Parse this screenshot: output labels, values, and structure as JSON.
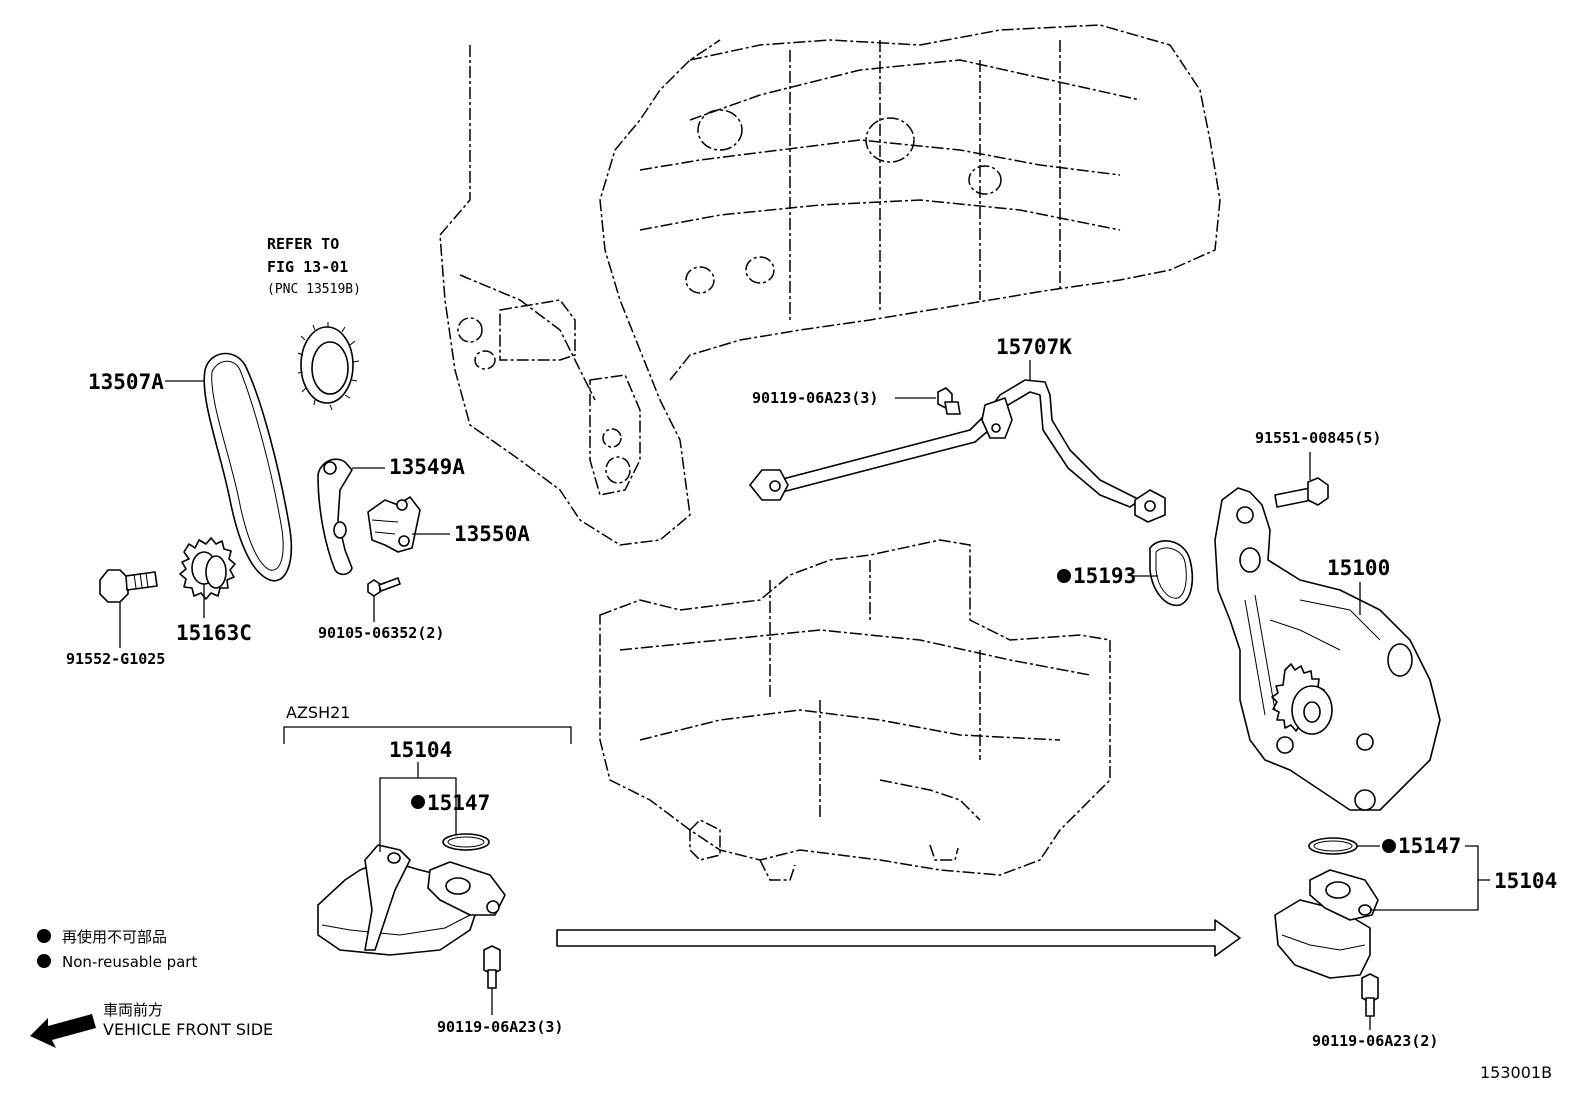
{
  "labels": {
    "refer_line1": "REFER TO",
    "refer_line2": "FIG 13-01",
    "refer_line3": "(PNC 13519B)",
    "p13507A": "13507A",
    "p13549A": "13549A",
    "p13550A": "13550A",
    "p15163C": "15163C",
    "p91552": "91552-G1025",
    "p90105": "90105-06352(2)",
    "p15707K": "15707K",
    "p90119_top": "90119-06A23(3)",
    "p91551": "91551-00845(5)",
    "p15193": "15193",
    "p15100": "15100",
    "azsh": "AZSH21",
    "p15104_left": "15104",
    "p15147_left": "15147",
    "p90119_left": "90119-06A23(3)",
    "p15147_right": "15147",
    "p15104_right": "15104",
    "p90119_right": "90119-06A23(2)",
    "figure_code": "153001B"
  },
  "legend": {
    "jp": "再使用不可部品",
    "en": "Non-reusable part"
  },
  "front": {
    "jp": "車両前方",
    "en": "VEHICLE FRONT SIDE"
  }
}
